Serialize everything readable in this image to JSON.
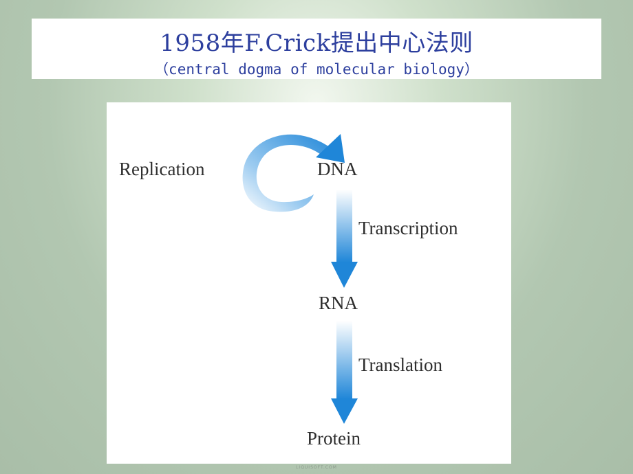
{
  "header": {
    "title": "1958年F.Crick提出中心法则",
    "subtitle": "（central dogma of molecular biology）"
  },
  "diagram": {
    "nodes": {
      "dna": "DNA",
      "rna": "RNA",
      "protein": "Protein"
    },
    "processes": {
      "replication": "Replication",
      "transcription": "Transcription",
      "translation": "Translation"
    },
    "colors": {
      "arrow_dark": "#1f86d8",
      "arrow_light": "#e8f3fc",
      "label_text": "#2e2e2e"
    }
  },
  "footer": {
    "watermark": "LIQUISOFT.COM"
  }
}
